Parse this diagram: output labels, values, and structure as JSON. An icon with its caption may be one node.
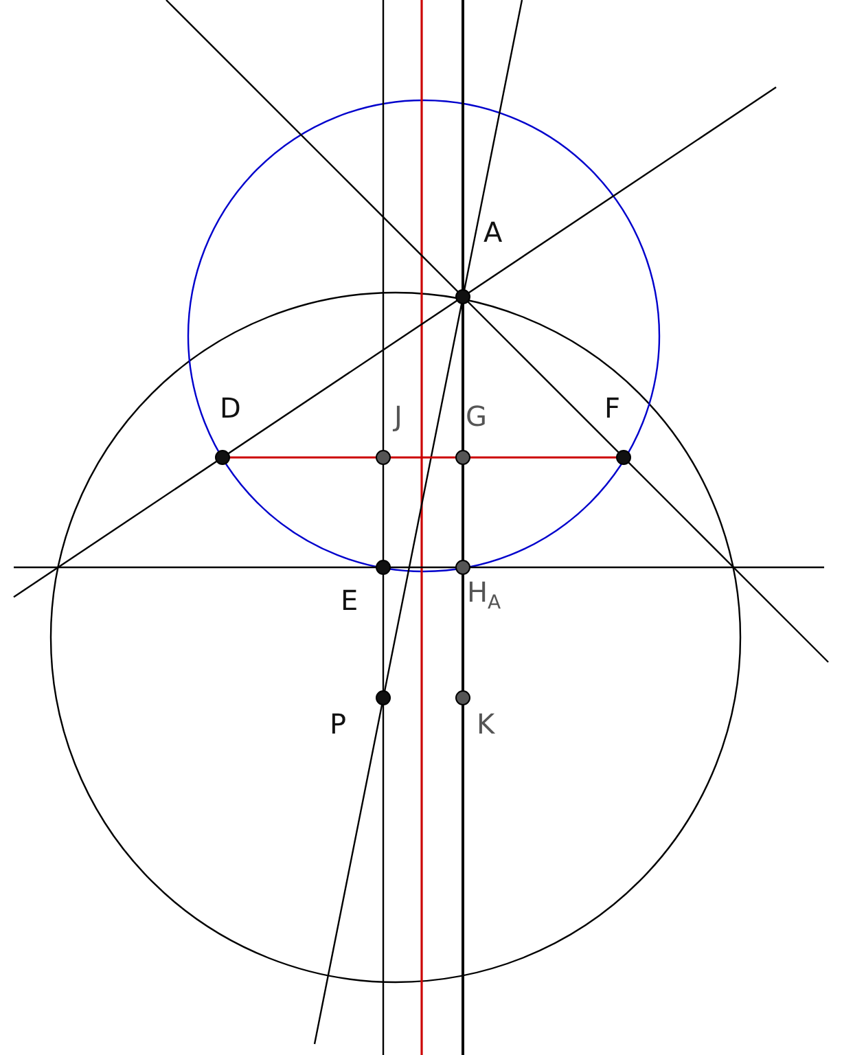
{
  "diagram": {
    "labels": [
      "A",
      "D",
      "J",
      "G",
      "F",
      "E",
      "H$_{A}$",
      "P",
      "K"
    ]
  }
}
